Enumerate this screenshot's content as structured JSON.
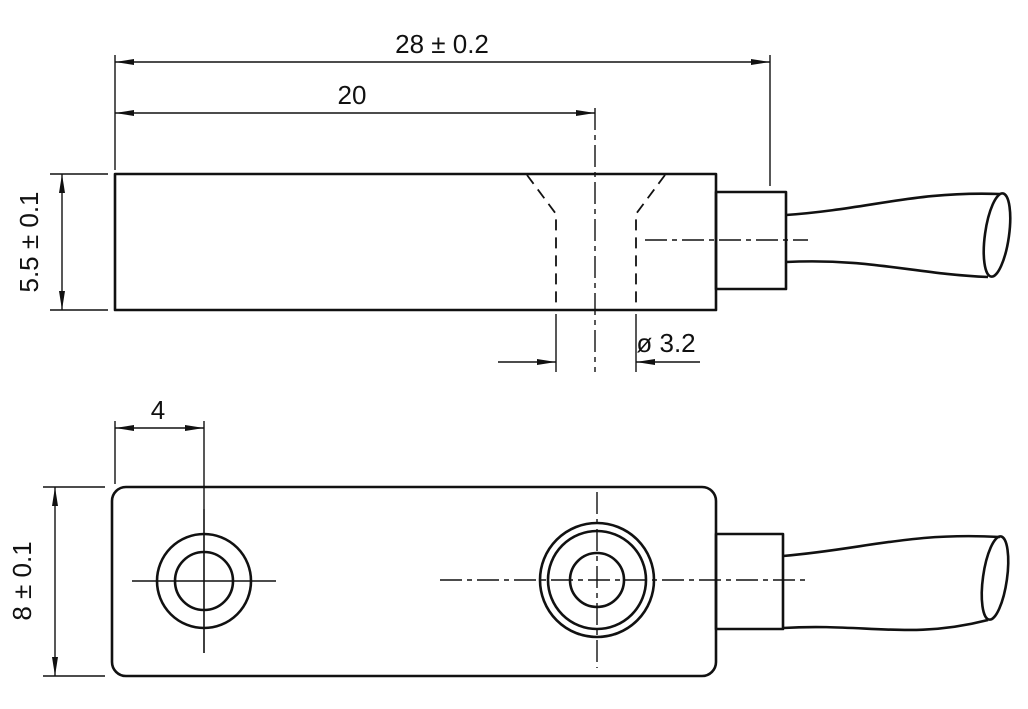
{
  "drawing": {
    "side_view": {
      "total_length": "28 ± 0.2",
      "hole_center_distance": "20",
      "height": "5.5 ± 0.1",
      "hole_diameter": "ø 3.2"
    },
    "top_view": {
      "hole_offset": "4",
      "width": "8 ± 0.1"
    }
  }
}
